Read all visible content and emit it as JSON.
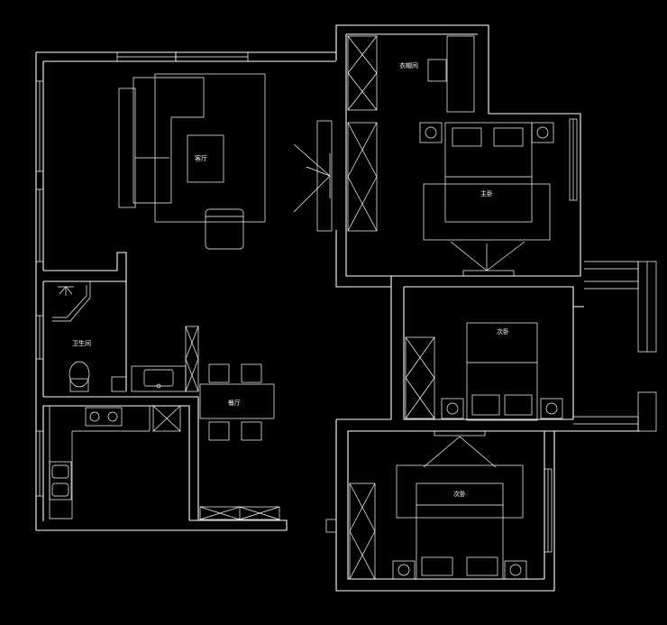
{
  "rooms": {
    "living_room": "客厅",
    "cloakroom": "衣帽间",
    "master_bedroom": "主卧",
    "bathroom": "卫生间",
    "dining_room": "餐厅",
    "second_bedroom_east": "次卧",
    "second_bedroom_south": "次卧"
  },
  "colors": {
    "background": "#000000",
    "lines": "#ffffff"
  }
}
